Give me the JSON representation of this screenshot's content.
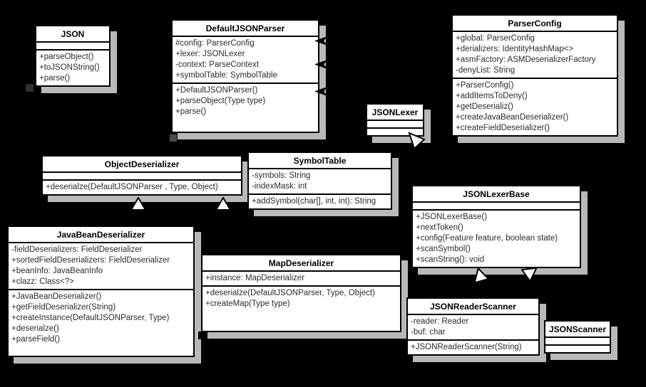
{
  "diagram_type": "uml-class-diagram",
  "colors": {
    "background": "#000000",
    "class_fill": "#ffffff",
    "class_border": "#000000",
    "shadow": "#b9b9b9",
    "member_text": "#2b2b2b"
  },
  "classes": {
    "json": {
      "name": "JSON",
      "attributes": [],
      "methods": [
        "+parseObject()",
        "+toJSONString()",
        "+parse()"
      ]
    },
    "default_json_parser": {
      "name": "DefaultJSONParser",
      "attributes": [
        "#config: ParserConfig",
        "+lexer: JSONLexer",
        "-context: ParseContext",
        "+symbolTable: SymbolTable"
      ],
      "methods": [
        "+DefaultJSONParser()",
        "+parseObject(Type type)",
        "+parse()"
      ]
    },
    "parser_config": {
      "name": "ParserConfig",
      "attributes": [
        "+global: ParserConfig",
        "+derializers: IdentityHashMap<>",
        "+asmFactory: ASMDeserializerFactory",
        "-denyList: String"
      ],
      "methods": [
        "+ParserConfig()",
        "+addItemsToDeny()",
        "+getDeserializ()",
        "+createJavaBeanDeserializer()",
        "+createFieldDeserializer()"
      ]
    },
    "json_lexer": {
      "name": "JSONLexer",
      "attributes": [],
      "methods": []
    },
    "object_deserializer": {
      "name": "ObjectDeserializer",
      "attributes": [],
      "methods": [
        "+deserialze(DefaultJSONParser , Type, Object)"
      ]
    },
    "symbol_table": {
      "name": "SymbolTable",
      "attributes": [
        "-symbols: String",
        "-indexMask: int"
      ],
      "methods": [
        "+addSymbol(char[], int, int): String"
      ]
    },
    "json_lexer_base": {
      "name": "JSONLexerBase",
      "attributes": [],
      "methods": [
        "+JSONLexerBase()",
        "+nextToken()",
        "+config(Feature feature, boolean state)",
        "+scanSymbol()",
        "+scanString(): void"
      ]
    },
    "java_bean_deserializer": {
      "name": "JavaBeanDeserializer",
      "attributes": [
        "-fieldDeserializers: FieldDeserializer",
        "+sortedFieldDeserializers: FieldDeserializer",
        "+beanInfo: JavaBeanInfo",
        "+clazz: Class<?>"
      ],
      "methods": [
        "+JavaBeanDeserializer()",
        "+getFieldDeserializer(String)",
        "+createInstance(DefaultJSONParser, Type)",
        "+deserialze()",
        "+parseField()"
      ]
    },
    "map_deserializer": {
      "name": "MapDeserializer",
      "attributes": [
        "+instance: MapDeserializer"
      ],
      "methods": [
        "+deserialze(DefaultJSONParser, Type, Object)",
        "+createMap(Type type)"
      ]
    },
    "json_reader_scanner": {
      "name": "JSONReaderScanner",
      "attributes": [
        "-reader: Reader",
        "-buf: char"
      ],
      "methods": [
        "+JSONReaderScanner(String)"
      ]
    },
    "json_scanner": {
      "name": "JSONScanner",
      "attributes": [],
      "methods": []
    }
  },
  "relationships": [
    {
      "type": "association",
      "from": "ParserConfig",
      "to": "DefaultJSONParser"
    },
    {
      "type": "association",
      "from": "JSONLexer",
      "to": "DefaultJSONParser"
    },
    {
      "type": "association",
      "from": "SymbolTable",
      "to": "DefaultJSONParser"
    },
    {
      "type": "generalization",
      "from": "JSONLexerBase",
      "to": "JSONLexer"
    },
    {
      "type": "generalization",
      "from": "JavaBeanDeserializer",
      "to": "ObjectDeserializer"
    },
    {
      "type": "generalization",
      "from": "MapDeserializer",
      "to": "ObjectDeserializer"
    },
    {
      "type": "generalization",
      "from": "JSONReaderScanner",
      "to": "JSONLexerBase"
    },
    {
      "type": "generalization",
      "from": "JSONScanner",
      "to": "JSONLexerBase"
    }
  ]
}
